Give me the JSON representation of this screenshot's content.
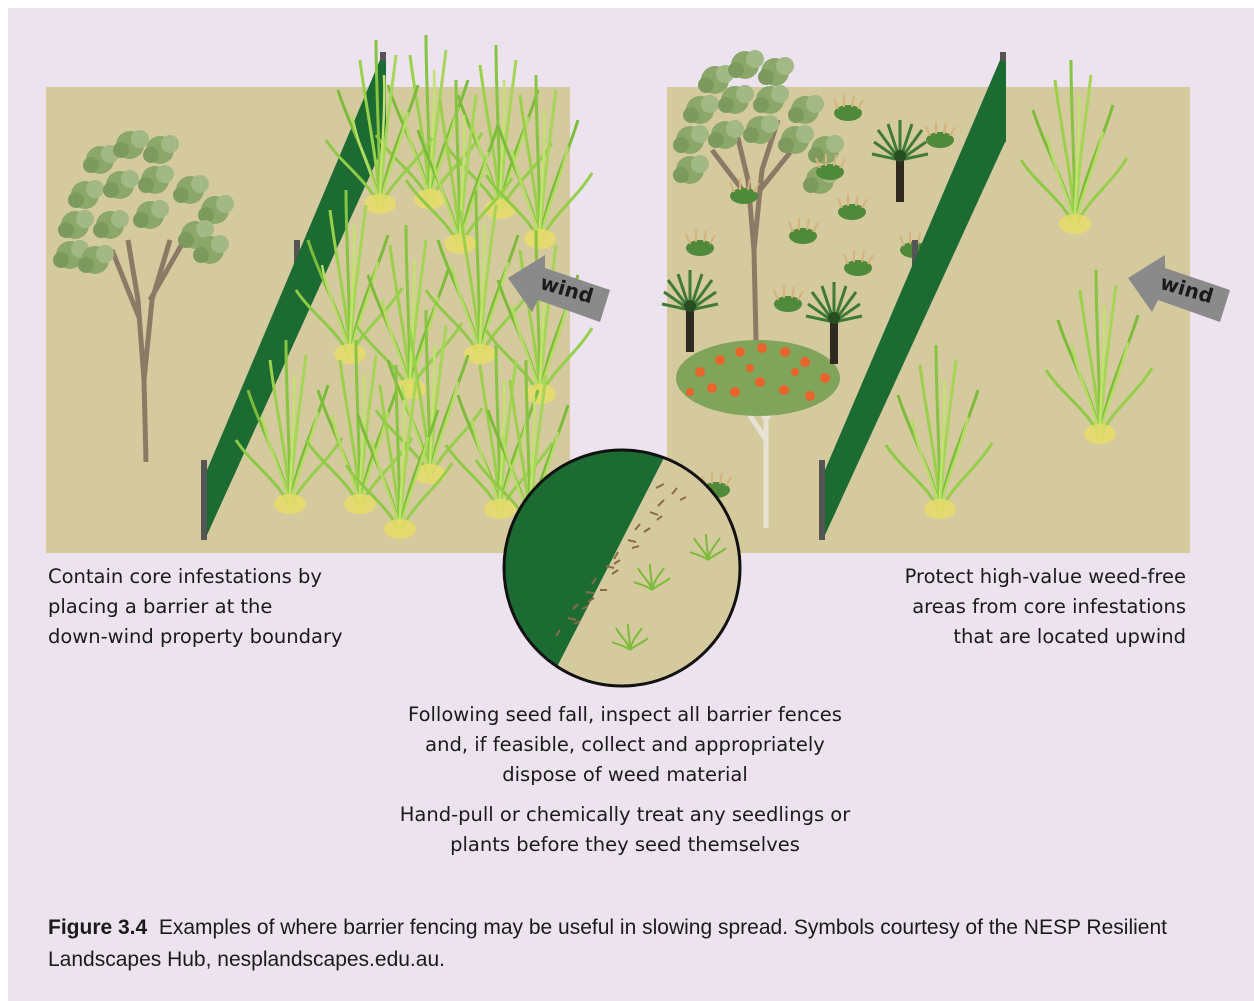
{
  "left_panel": {
    "wind_label": "wind",
    "caption": "Contain core infestations by\nplacing a barrier at the\ndown-wind property boundary"
  },
  "right_panel": {
    "wind_label": "wind",
    "caption": "Protect high-value weed-free\nareas from core infestations\nthat are located upwind"
  },
  "center": {
    "instruction_1": "Following seed fall, inspect all barrier fences\nand, if feasible, collect and appropriately\ndispose of weed material",
    "instruction_2": "Hand-pull or chemically treat any seedlings or\nplants before they seed themselves"
  },
  "figure_caption": {
    "label": "Figure 3.4",
    "text": "Examples of where barrier fencing may be useful in slowing spread. Symbols courtesy of the NESP Resilient Landscapes Hub, nesplandscapes.edu.au."
  },
  "colors": {
    "background": "#ece3ef",
    "ground": "#d5c99e",
    "barrier": "#1c6b33",
    "fence_post": "#555555",
    "grass": "#8bc63e",
    "arrow": "#8a8a8a"
  }
}
